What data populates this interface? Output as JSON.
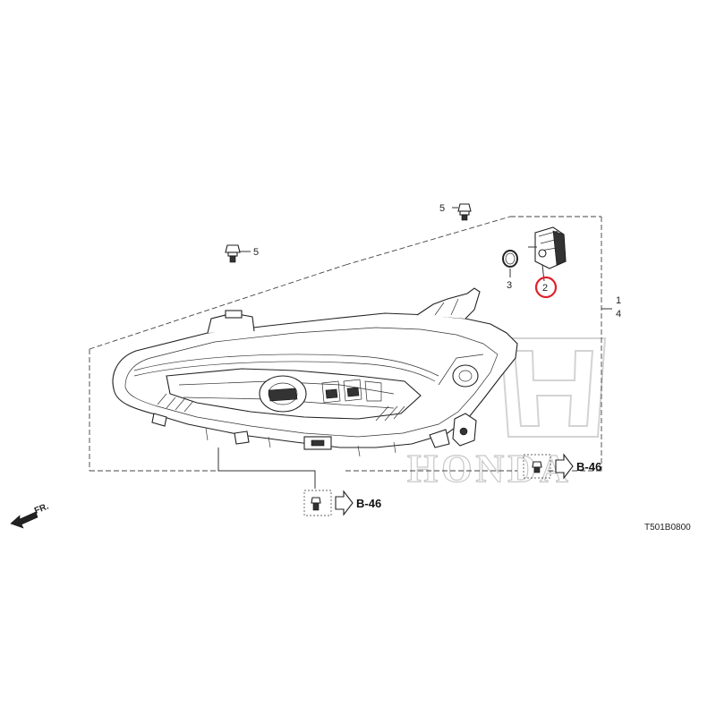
{
  "callouts": {
    "bolt_top": "5",
    "bolt_left": "5",
    "gasket": "3",
    "motor": "2",
    "assembly_1": "1",
    "assembly_4": "4"
  },
  "references": {
    "right_ref": "B-46",
    "bottom_ref": "B-46"
  },
  "direction_label": "FR.",
  "diagram_code": "T501B0800",
  "watermark": "HONDA",
  "colors": {
    "highlight": "#e0202a"
  }
}
